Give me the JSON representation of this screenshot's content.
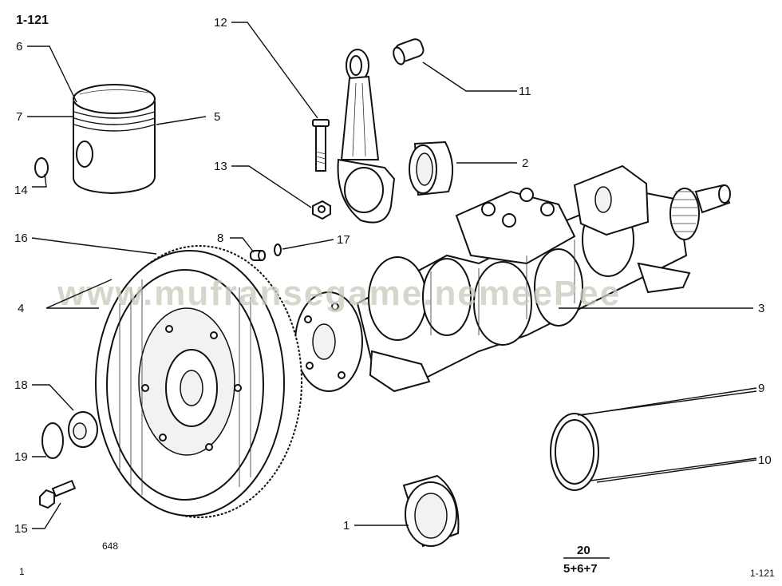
{
  "header": {
    "ref_top": "1-121"
  },
  "footer": {
    "page_left": "1",
    "ref_bottom": "1-121",
    "code": "648",
    "fraction_top": "20",
    "fraction_bottom": "5+6+7"
  },
  "watermark": "www.mufransegame.nemeePee",
  "callouts": [
    {
      "id": "1",
      "label": "1"
    },
    {
      "id": "2",
      "label": "2"
    },
    {
      "id": "3",
      "label": "3"
    },
    {
      "id": "4",
      "label": "4"
    },
    {
      "id": "5",
      "label": "5"
    },
    {
      "id": "6",
      "label": "6"
    },
    {
      "id": "7",
      "label": "7"
    },
    {
      "id": "8",
      "label": "8"
    },
    {
      "id": "9",
      "label": "9"
    },
    {
      "id": "10",
      "label": "10"
    },
    {
      "id": "11",
      "label": "11"
    },
    {
      "id": "12",
      "label": "12"
    },
    {
      "id": "13",
      "label": "13"
    },
    {
      "id": "14",
      "label": "14"
    },
    {
      "id": "15",
      "label": "15"
    },
    {
      "id": "16",
      "label": "16"
    },
    {
      "id": "17",
      "label": "17"
    },
    {
      "id": "18",
      "label": "18"
    },
    {
      "id": "19",
      "label": "19"
    }
  ]
}
